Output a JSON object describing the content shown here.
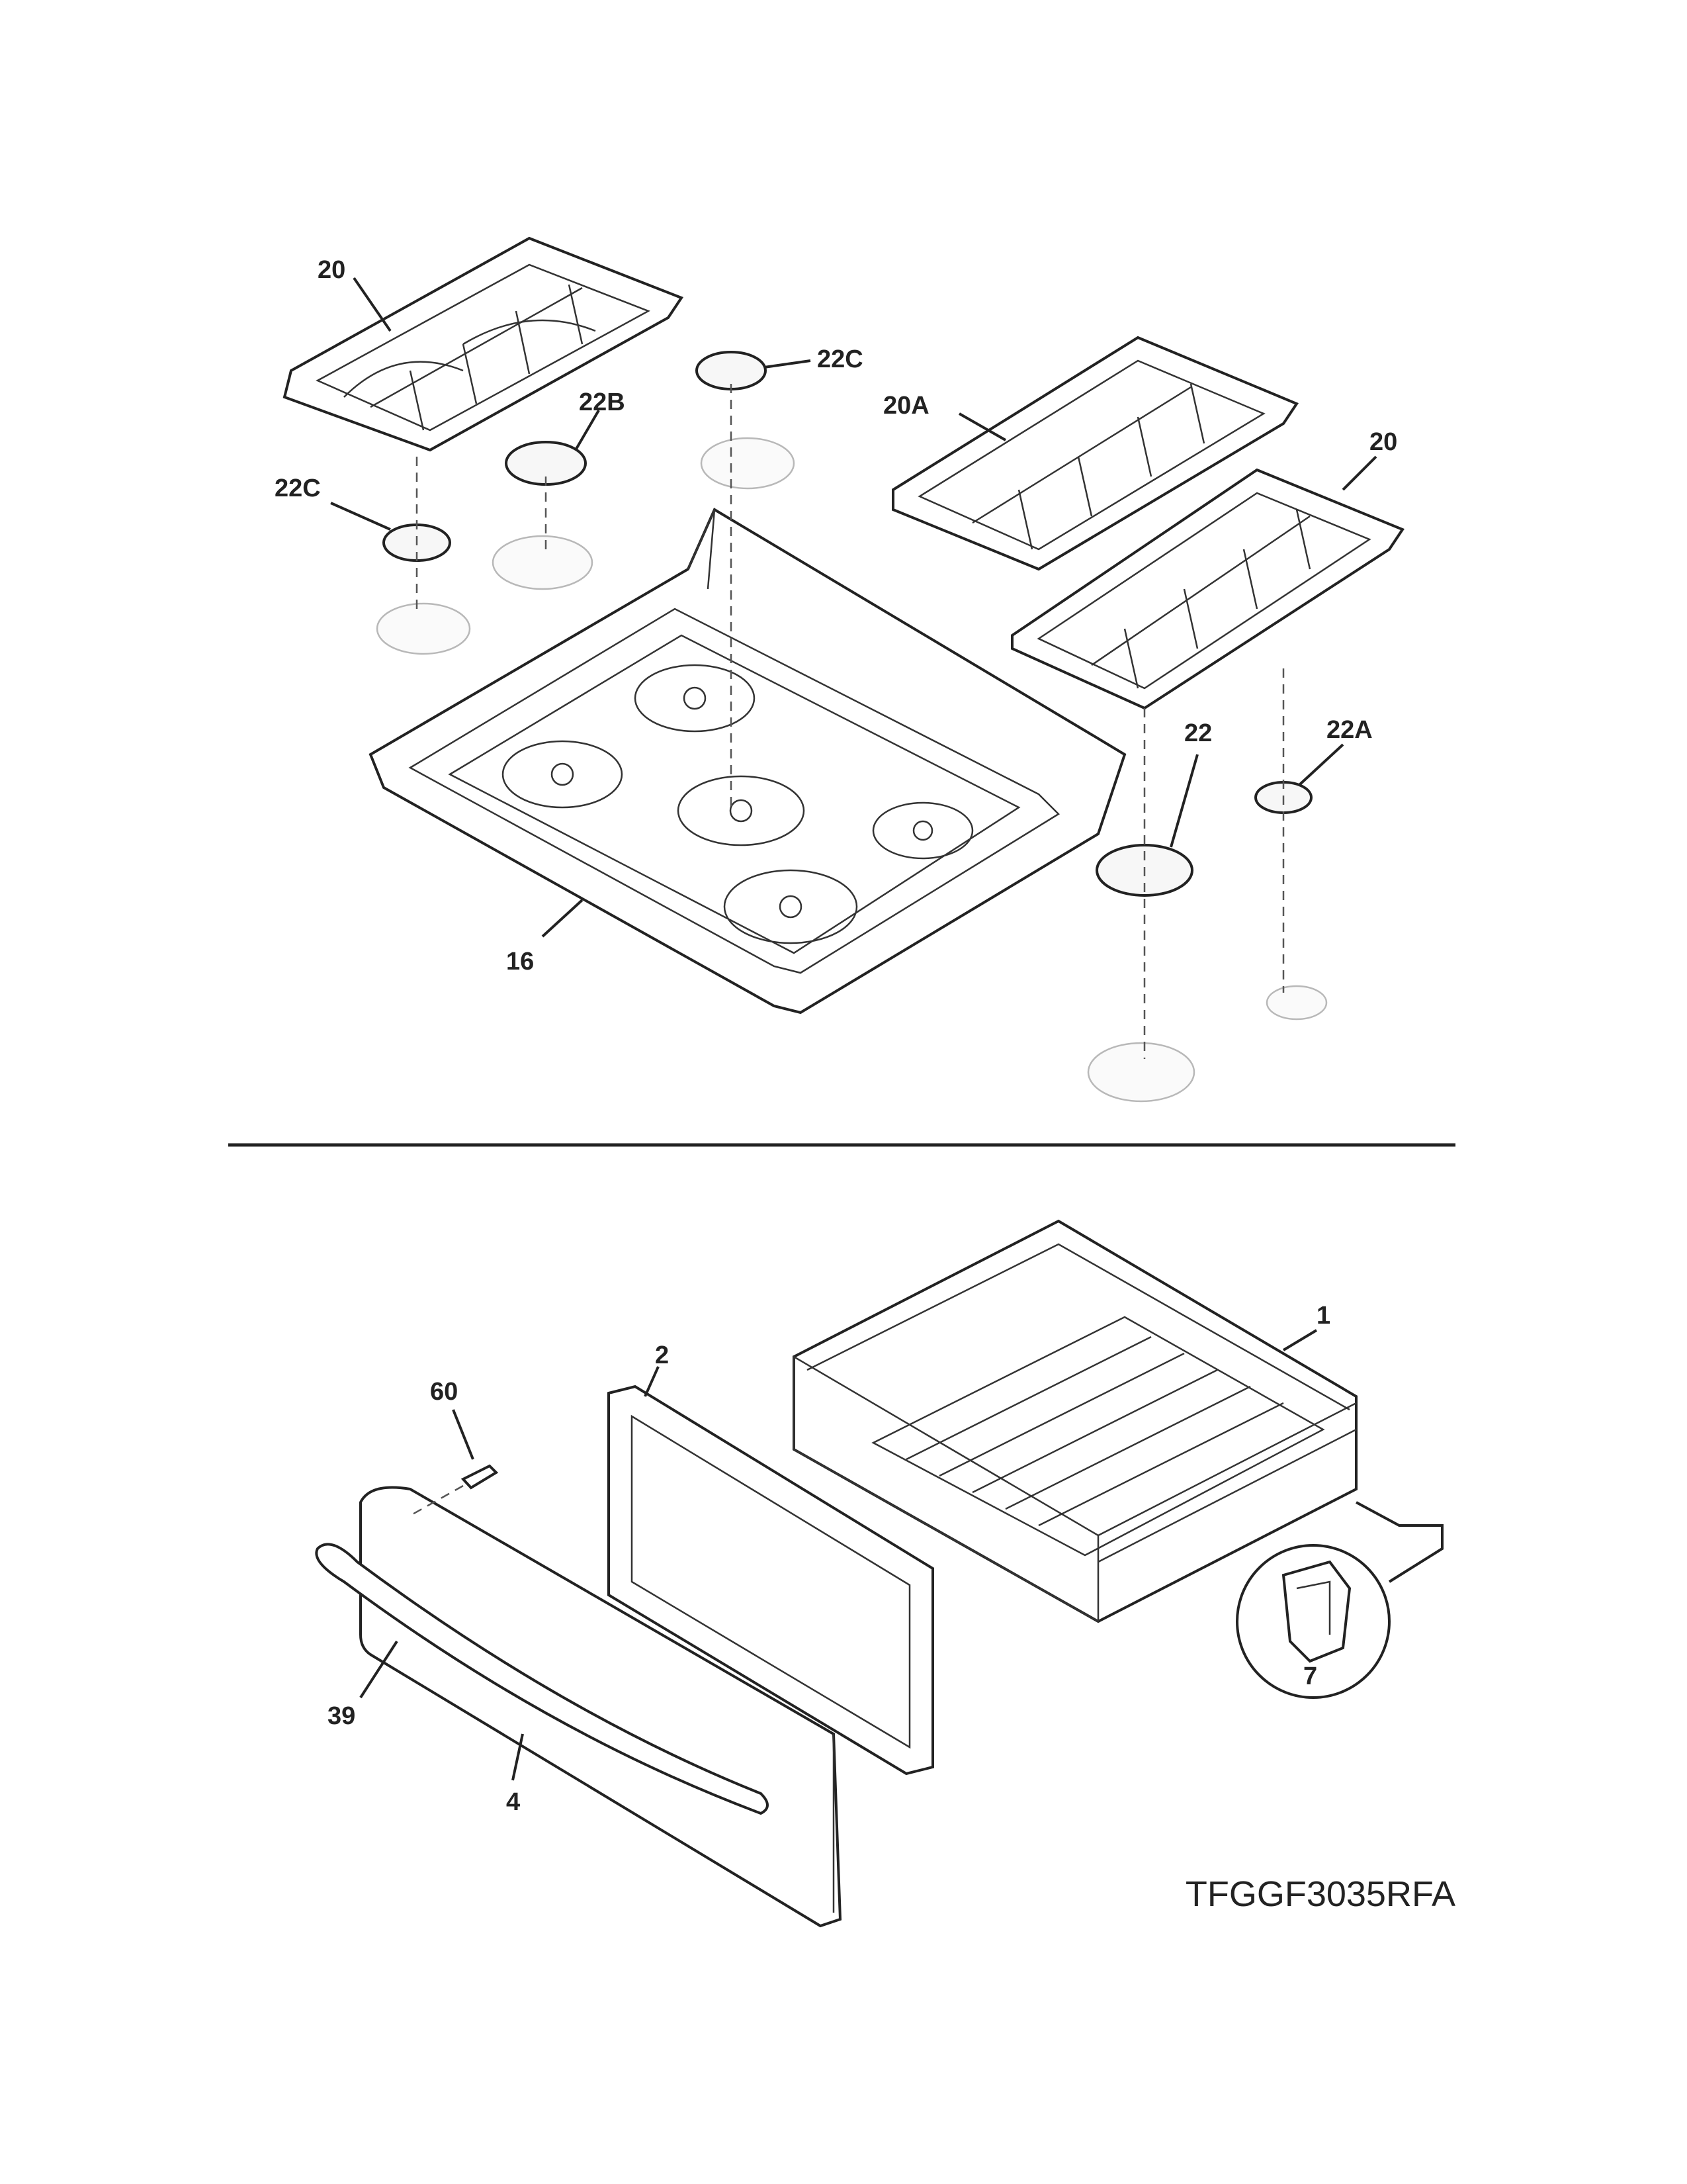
{
  "diagram": {
    "model_number": "TFGGF3035RFA",
    "callouts": {
      "grate_left": "20",
      "grate_right": "20",
      "grate_center": "20A",
      "cap_22c_top": "22C",
      "cap_22c_left": "22C",
      "cap_22b": "22B",
      "cap_22": "22",
      "cap_22a": "22A",
      "cooktop": "16",
      "drawer_body": "1",
      "drawer_inner_panel": "2",
      "screw": "60",
      "handle": "39",
      "drawer_front": "4",
      "clip": "7"
    }
  }
}
